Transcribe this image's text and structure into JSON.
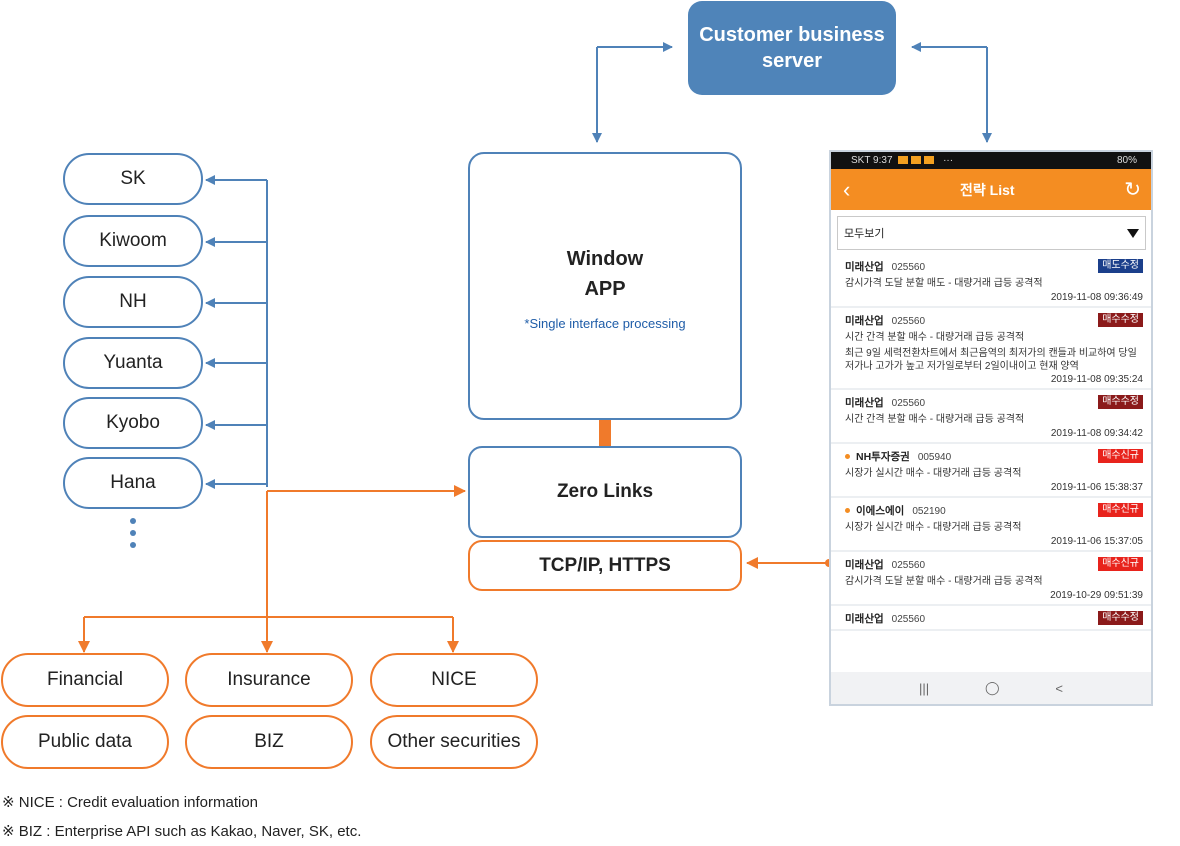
{
  "server": {
    "label_line1": "Customer business",
    "label_line2": "server"
  },
  "window_app": {
    "line1": "Window",
    "line2": "APP",
    "note": "*Single interface processing"
  },
  "zero_links": {
    "label": "Zero Links"
  },
  "protocol": {
    "label": "TCP/IP, HTTPS"
  },
  "brokers": [
    {
      "label": "SK"
    },
    {
      "label": "Kiwoom"
    },
    {
      "label": "NH"
    },
    {
      "label": "Yuanta"
    },
    {
      "label": "Kyobo"
    },
    {
      "label": "Hana"
    }
  ],
  "data_sources": [
    {
      "label": "Financial"
    },
    {
      "label": "Insurance"
    },
    {
      "label": "NICE"
    },
    {
      "label": "Public data"
    },
    {
      "label": "BIZ"
    },
    {
      "label": "Other securities"
    }
  ],
  "notes": [
    "※ NICE : Credit evaluation information",
    "※ BIZ : Enterprise API such as Kakao, Naver, SK, etc."
  ],
  "colors": {
    "blue": "#4f82b8",
    "orange": "#f07a2b",
    "server_fill": "#4f84b9",
    "app_bar": "#f48d22"
  },
  "phone": {
    "status_left": "SKT 9:37",
    "status_more": "···",
    "status_right": "80%",
    "title": "전략 List",
    "back_icon": "‹",
    "refresh_icon": "↻",
    "filter": "모두보기",
    "items": [
      {
        "name": "미래산업",
        "code": "025560",
        "badge": "매도수정",
        "badge_color": "#1b3f8b",
        "desc": "감시가격 도달 분할 매도 - 대량거래 급등 공격적",
        "detail": "",
        "time": "2019-11-08 09:36:49",
        "dot": false
      },
      {
        "name": "미래산업",
        "code": "025560",
        "badge": "매수수정",
        "badge_color": "#8b1a1a",
        "desc": "시간 간격 분할 매수 - 대량거래 급등 공격적",
        "detail": "최근 9일 세력전환차트에서 최근음역의 최저가의 캔들과 비교하여 당일저가나 고가가 높고 저가일로부터 2일이내이고 현재 양역",
        "time": "2019-11-08 09:35:24",
        "dot": false
      },
      {
        "name": "미래산업",
        "code": "025560",
        "badge": "매수수정",
        "badge_color": "#8b1a1a",
        "desc": "시간 간격 분할 매수 - 대량거래 급등 공격적",
        "detail": "",
        "time": "2019-11-08 09:34:42",
        "dot": false
      },
      {
        "name": "NH투자증권",
        "code": "005940",
        "badge": "매수신규",
        "badge_color": "#e8231c",
        "desc": "시장가 실시간 매수 - 대량거래 급등 공격적",
        "detail": "",
        "time": "2019-11-06 15:38:37",
        "dot": true
      },
      {
        "name": "이에스에이",
        "code": "052190",
        "badge": "매수신규",
        "badge_color": "#e8231c",
        "desc": "시장가 실시간 매수 - 대량거래 급등 공격적",
        "detail": "",
        "time": "2019-11-06 15:37:05",
        "dot": true
      },
      {
        "name": "미래산업",
        "code": "025560",
        "badge": "매수신규",
        "badge_color": "#e8231c",
        "desc": "감시가격 도달 분할 매수 - 대량거래 급등 공격적",
        "detail": "",
        "time": "2019-10-29 09:51:39",
        "dot": false
      },
      {
        "name": "미래산업",
        "code": "025560",
        "badge": "매수수정",
        "badge_color": "#8b1a1a",
        "desc": "",
        "detail": "",
        "time": "",
        "dot": false
      }
    ],
    "nav": {
      "recents": "|||",
      "home": "◯",
      "back": "<"
    }
  }
}
